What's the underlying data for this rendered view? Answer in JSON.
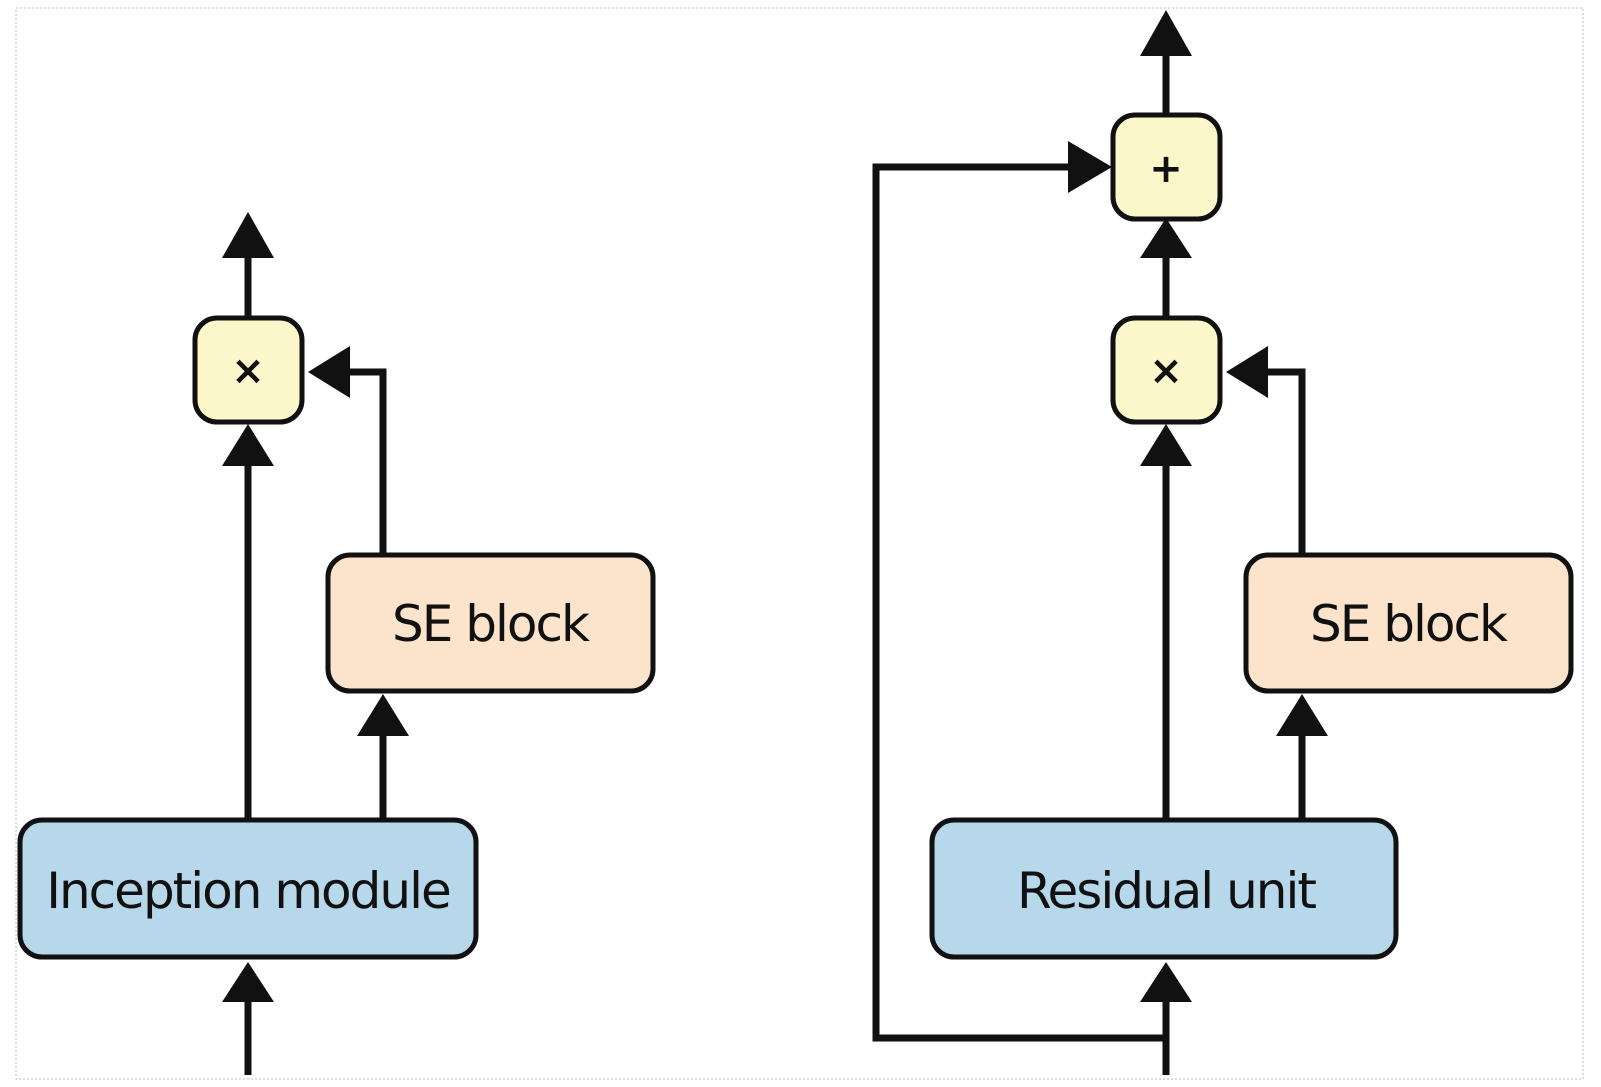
{
  "colors": {
    "module_fill": "#b7d7ea",
    "se_fill": "#fbe3cc",
    "op_fill": "#fbf7cb",
    "stroke": "#111111",
    "frame": "#b8b8b8"
  },
  "diagram_left": {
    "module_label": "Inception module",
    "se_label": "SE block",
    "multiply_op": "×"
  },
  "diagram_right": {
    "module_label": "Residual unit",
    "se_label": "SE block",
    "multiply_op": "×",
    "add_op": "+"
  }
}
